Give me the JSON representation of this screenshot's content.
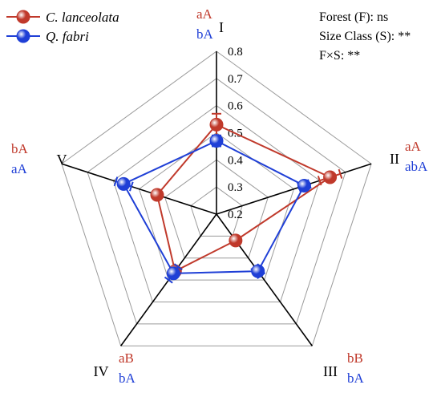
{
  "chart_data": {
    "type": "radar",
    "categories": [
      "I",
      "II",
      "III",
      "IV",
      "V"
    ],
    "radial_ticks": [
      "0.2",
      "0.3",
      "0.4",
      "0.5",
      "0.6",
      "0.7",
      "0.8"
    ],
    "rlim": [
      0.2,
      0.8
    ],
    "series": [
      {
        "name": "C. lanceolata",
        "color": "#c0392b",
        "values": [
          0.53,
          0.64,
          0.32,
          0.46,
          0.43
        ],
        "errors": [
          0.04,
          0.04,
          0.01,
          0.02,
          0.01
        ],
        "letters": [
          "aA",
          "aA",
          "bB",
          "aB",
          "bA"
        ]
      },
      {
        "name": "Q. fabri",
        "color": "#1f3fd6",
        "values": [
          0.47,
          0.54,
          0.46,
          0.47,
          0.56
        ],
        "errors": [
          0.02,
          0.02,
          0.02,
          0.03,
          0.03
        ],
        "letters": [
          "bA",
          "abA",
          "bA",
          "bA",
          "aA"
        ]
      }
    ],
    "annotations": [
      "Forest (F): ns",
      "Size Class (S): **",
      "F×S: **"
    ]
  }
}
